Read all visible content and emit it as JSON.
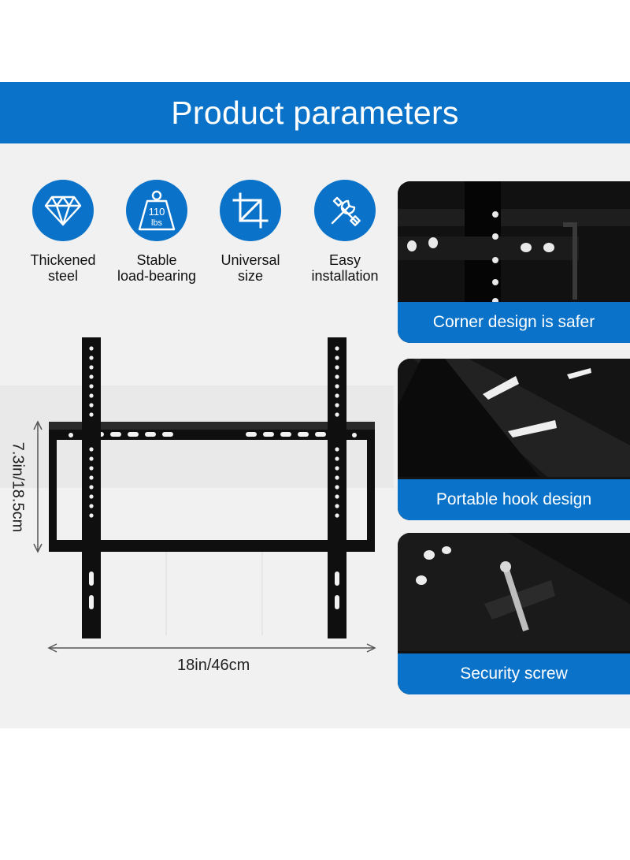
{
  "banner": {
    "title": "Product parameters"
  },
  "features": [
    {
      "icon": "diamond-icon",
      "label_line1": "Thickened",
      "label_line2": "steel"
    },
    {
      "icon": "weight-icon",
      "weight_value": "110",
      "weight_unit": "lbs",
      "label_line1": "Stable",
      "label_line2": "load-bearing"
    },
    {
      "icon": "crop-icon",
      "label_line1": "Universal",
      "label_line2": "size"
    },
    {
      "icon": "tools-icon",
      "label_line1": "Easy",
      "label_line2": "installation"
    }
  ],
  "dimensions": {
    "width": "18in/46cm",
    "height": "7.3in/18.5cm"
  },
  "detail_cards": [
    {
      "caption": "Corner design is safer"
    },
    {
      "caption": "Portable hook design"
    },
    {
      "caption": "Security screw"
    }
  ],
  "colors": {
    "accent": "#0a73c9",
    "bracket": "#0f0f0f"
  }
}
